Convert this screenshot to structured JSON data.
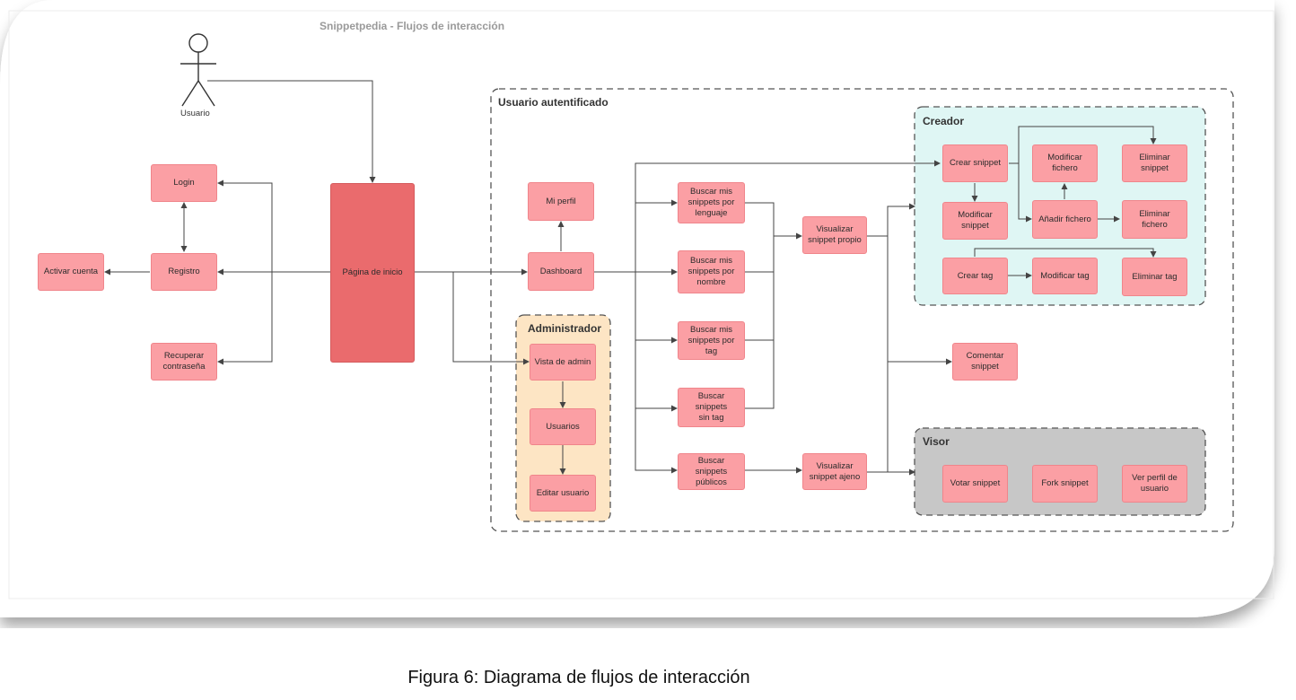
{
  "title": "Snippetpedia - Flujos de interacción",
  "caption": "Figura 6: Diagrama de flujos de interacción",
  "actor": {
    "label": "Usuario"
  },
  "groups": {
    "autenticado": "Usuario autentificado",
    "creador": "Creador",
    "administrador": "Administrador",
    "visor": "Visor"
  },
  "nodes": {
    "login": "Login",
    "registro": "Registro",
    "activar": "Activar cuenta",
    "recuperar": "Recuperar\ncontraseña",
    "inicio": "Página de inicio",
    "perfil": "Mi perfil",
    "dashboard": "Dashboard",
    "vista_admin": "Vista de admin",
    "usuarios": "Usuarios",
    "editar_usuario": "Editar usuario",
    "buscar_lenguaje": "Buscar mis\nsnippets por\nlenguaje",
    "buscar_nombre": "Buscar mis\nsnippets por\nnombre",
    "buscar_tag": "Buscar mis\nsnippets por tag",
    "buscar_sintag": "Buscar snippets\nsin tag",
    "buscar_publicos": "Buscar snippets\npúblicos",
    "visualizar_propio": "Visualizar\nsnippet propio",
    "visualizar_ajeno": "Visualizar\nsnippet ajeno",
    "comentar": "Comentar\nsnippet",
    "crear_snippet": "Crear snippet",
    "modificar_fichero": "Modificar\nfichero",
    "eliminar_snippet": "Eliminar snippet",
    "modificar_snippet": "Modificar\nsnippet",
    "anadir_fichero": "Añadir fichero",
    "eliminar_fichero": "Eliminar fichero",
    "crear_tag": "Crear tag",
    "modificar_tag": "Modificar tag",
    "eliminar_tag": "Eliminar tag",
    "votar": "Votar snippet",
    "fork": "Fork snippet",
    "ver_perfil": "Ver perfil de\nusuario"
  },
  "colors": {
    "node": "#fb9fa4",
    "node_main": "#ea6b6d",
    "creador_bg": "#dff6f4",
    "administrador_bg": "#fde5c4",
    "visor_bg": "#c7c7c7",
    "line": "#444444"
  }
}
